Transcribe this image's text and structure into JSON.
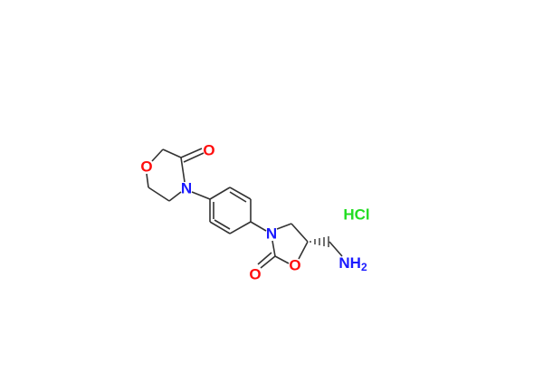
{
  "molecule": {
    "atoms": {
      "o_ring1": "O",
      "o_carbonyl1": "O",
      "n_morph": "N",
      "n_oxaz": "N",
      "o_ring2": "O",
      "o_carbonyl2": "O",
      "amine": "NH",
      "amine_sub": "2"
    },
    "salt": "HCl"
  },
  "colors": {
    "oxygen": "#ff0d0d",
    "nitrogen": "#1a1aff",
    "chlorine": "#22dd22",
    "bond": "#333333"
  }
}
